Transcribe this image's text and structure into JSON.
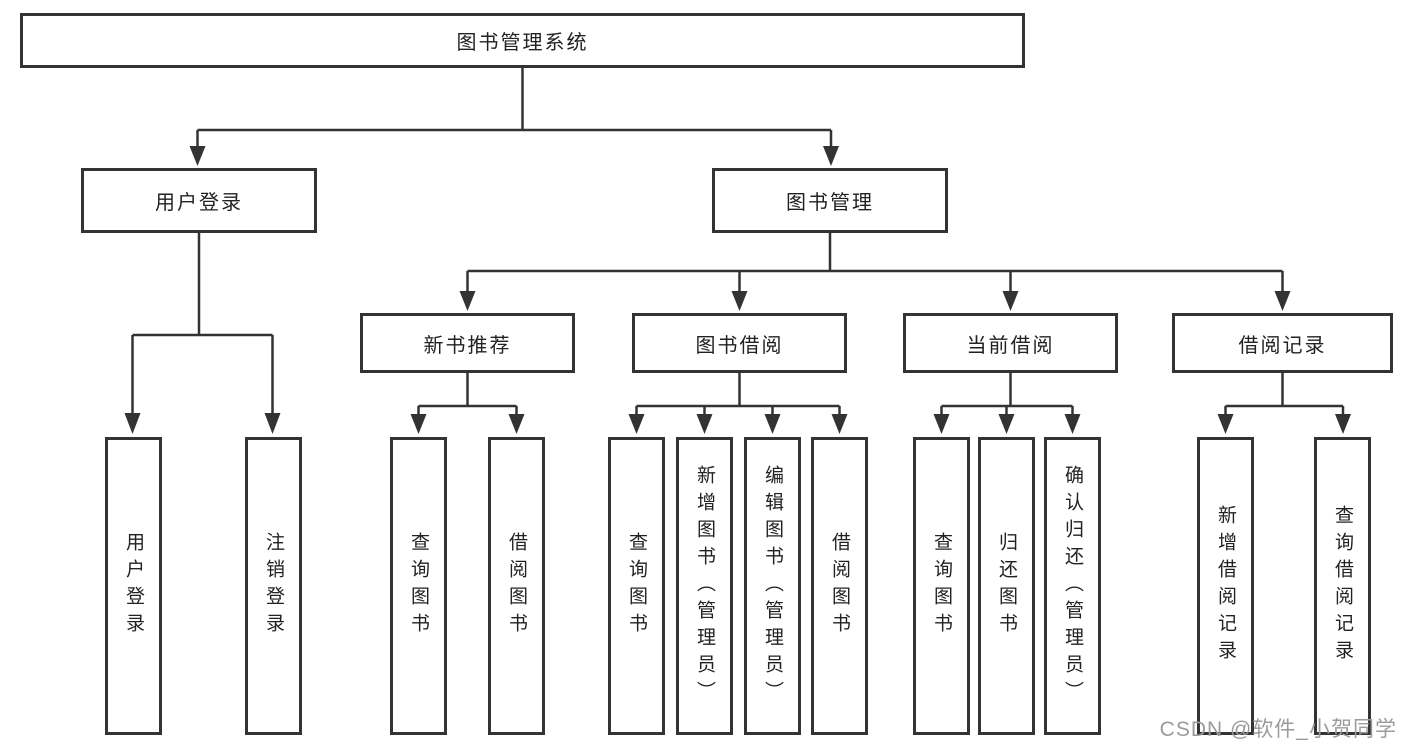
{
  "diagram_title": "图书管理系统",
  "tree": {
    "label": "图书管理系统",
    "children": [
      {
        "label": "用户登录",
        "children": [
          {
            "label": "用户登录"
          },
          {
            "label": "注销登录"
          }
        ]
      },
      {
        "label": "图书管理",
        "children": [
          {
            "label": "新书推荐",
            "children": [
              {
                "label": "查询图书"
              },
              {
                "label": "借阅图书"
              }
            ]
          },
          {
            "label": "图书借阅",
            "children": [
              {
                "label": "查询图书"
              },
              {
                "label": "新增图书（管理员）"
              },
              {
                "label": "编辑图书（管理员）"
              },
              {
                "label": "借阅图书"
              }
            ]
          },
          {
            "label": "当前借阅",
            "children": [
              {
                "label": "查询图书"
              },
              {
                "label": "归还图书"
              },
              {
                "label": "确认归还（管理员）"
              }
            ]
          },
          {
            "label": "借阅记录",
            "children": [
              {
                "label": "新增借阅记录"
              },
              {
                "label": "查询借阅记录"
              }
            ]
          }
        ]
      }
    ]
  },
  "watermark": {
    "text": "CSDN @软件_小贺同学",
    "color": "#9b9b9b"
  },
  "colors": {
    "line": "#333333",
    "box_border": "#333333",
    "box_background": "#ffffff",
    "text": "#222222",
    "page_background": "#ffffff"
  }
}
